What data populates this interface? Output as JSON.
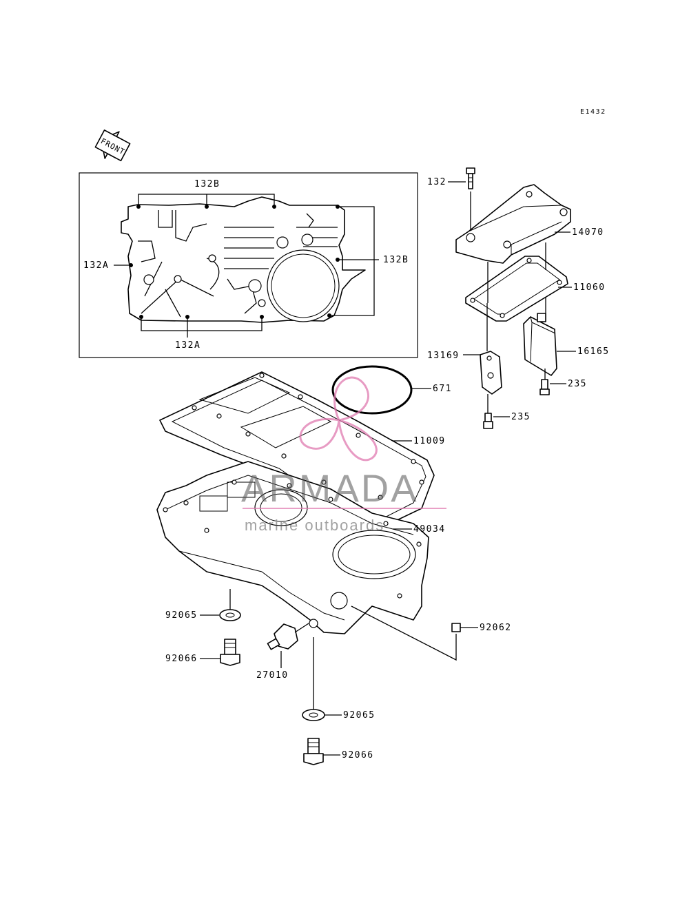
{
  "diagram_code": "E1432",
  "front_label": "FRONT",
  "watermark": {
    "brand": "ARMADA",
    "tagline": "marine outboards",
    "accent": "#e07ab0"
  },
  "callouts": {
    "c132B_top": "132B",
    "c132A_left": "132A",
    "c132B_right": "132B",
    "c132A_bottom": "132A",
    "c132": "132",
    "c14070": "14070",
    "c11060": "11060",
    "c16165": "16165",
    "c13169": "13169",
    "c235_a": "235",
    "c235_b": "235",
    "c671": "671",
    "c11009": "11009",
    "c49034": "49034",
    "c92065_a": "92065",
    "c92066_a": "92066",
    "c27010": "27010",
    "c92062": "92062",
    "c92065_b": "92065",
    "c92066_b": "92066"
  }
}
